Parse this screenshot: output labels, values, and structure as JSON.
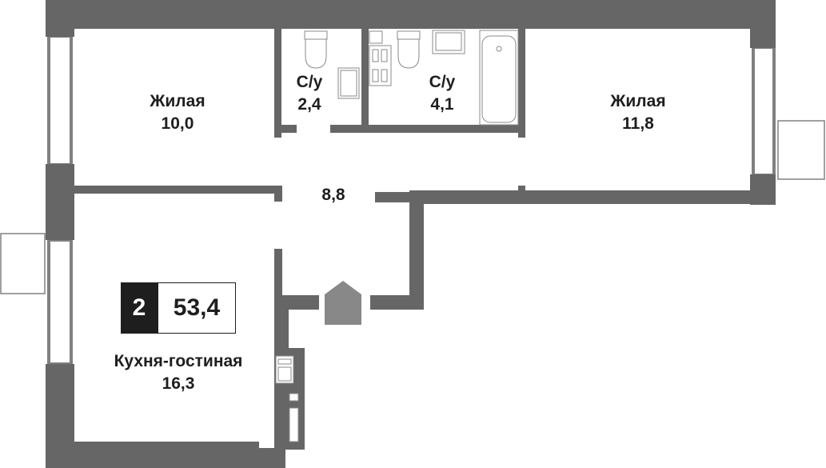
{
  "plan": {
    "colors": {
      "wall": "#666666",
      "window": "#808080",
      "entrance": "#888888",
      "fixture_stroke": "#8a8a8a",
      "text": "#1e1e1e",
      "badge_bg": "#1e1e1e"
    },
    "badge": {
      "rooms": "2",
      "total_area": "53,4"
    },
    "rooms": [
      {
        "id": "living-1",
        "name": "Жилая",
        "area": "10,0"
      },
      {
        "id": "wc-1",
        "name": "С/у",
        "area": "2,4"
      },
      {
        "id": "wc-2",
        "name": "С/у",
        "area": "4,1"
      },
      {
        "id": "living-2",
        "name": "Жилая",
        "area": "11,8"
      },
      {
        "id": "hall",
        "name": "",
        "area": "8,8"
      },
      {
        "id": "kitchen-living",
        "name": "Кухня-гостиная",
        "area": "16,3"
      }
    ],
    "icons": {
      "entrance": "house-entrance-icon"
    }
  }
}
